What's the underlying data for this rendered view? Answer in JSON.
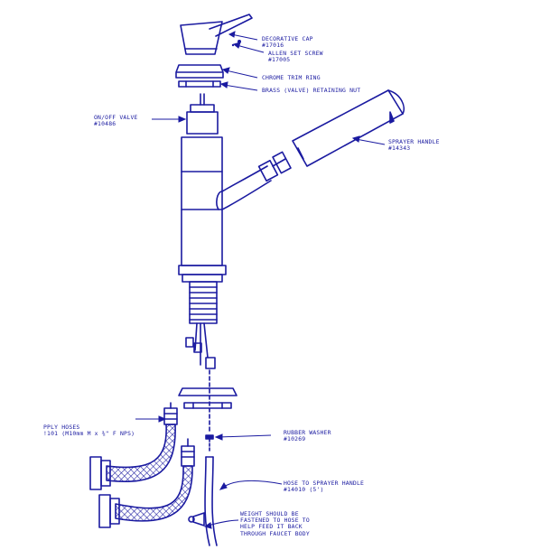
{
  "colors": {
    "ink": "#1a1aa0",
    "background": "#ffffff"
  },
  "callouts": {
    "decorative_cap": {
      "name": "DECORATIVE CAP",
      "part": "#17016"
    },
    "allen_set_screw": {
      "name": "ALLEN SET SCREW",
      "part": "#17005"
    },
    "chrome_trim_ring": {
      "name": "CHROME TRIM RING"
    },
    "brass_retaining_nut": {
      "name": "BRASS (VALVE) RETAINING NUT"
    },
    "on_off_valve": {
      "name": "ON/OFF VALVE",
      "part": "#10486"
    },
    "sprayer_handle": {
      "name": "SPRAYER HANDLE",
      "part": "#14343"
    },
    "supply_hoses": {
      "name": "PPLY HOSES",
      "spec": "!101 (M10mm M x ⅜\" F NPS)"
    },
    "rubber_washer": {
      "name": "RUBBER WASHER",
      "part": "#10269"
    },
    "hose_to_sprayer": {
      "name": "HOSE TO SPRAYER HANDLE",
      "part": "#14010 (5')"
    },
    "weight_note": {
      "line1": "WEIGHT SHOULD BE",
      "line2": "FASTENED TO HOSE TO",
      "line3": "HELP FEED IT BACK",
      "line4": "THROUGH FAUCET BODY"
    }
  }
}
